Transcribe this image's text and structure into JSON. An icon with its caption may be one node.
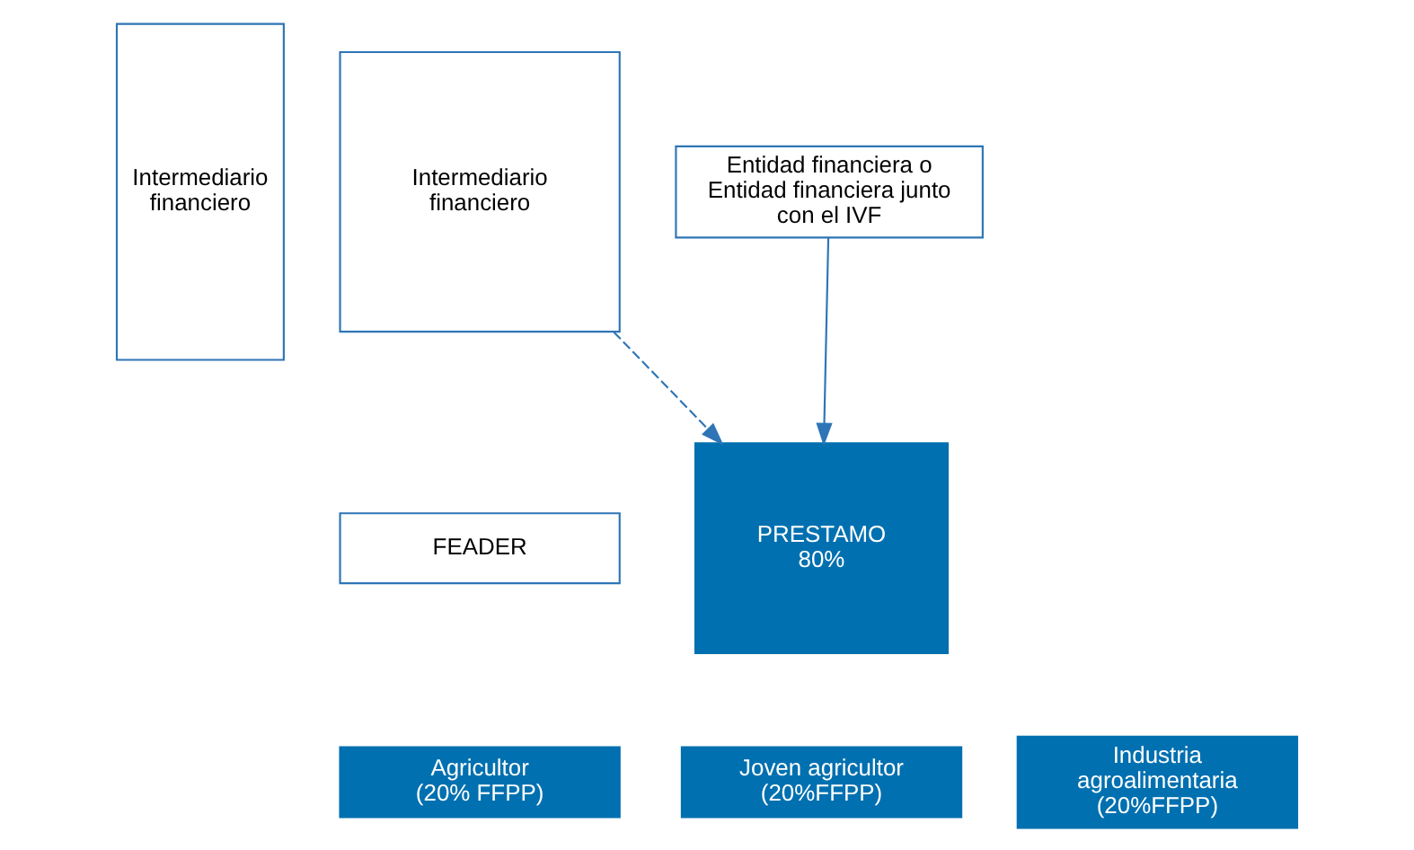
{
  "diagram": {
    "nodes": [
      {
        "text": [
          "Intermediario financiero"
        ]
      },
      {
        "text": [
          "Intermediario financiero"
        ]
      },
      {
        "text": [
          "FEADER"
        ]
      },
      {
        "text": [
          "Entidad financiera o Entidad financiera junto con el IVF"
        ]
      },
      {
        "text": [
          "PRESTAMO",
          "80%"
        ]
      },
      {
        "text": [
          "Agricultor",
          "(20% FFPP)"
        ]
      },
      {
        "text": [
          "Joven agricultor",
          "(20%FFPP)"
        ]
      },
      {
        "text": [
          "Industria agroalimentaria",
          "(20%FFPP)"
        ]
      }
    ],
    "edges": [
      {
        "from": 1,
        "to": 4,
        "arrow": "to",
        "style": "dashed"
      },
      {
        "from": 3,
        "to": 4,
        "arrow": "to"
      }
    ]
  }
}
